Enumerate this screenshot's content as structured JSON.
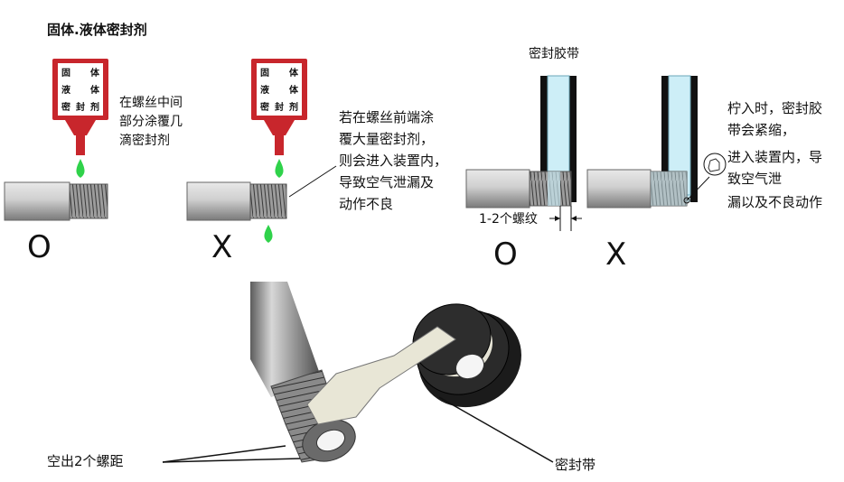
{
  "section1": {
    "title": "固体.液体密封剂",
    "bottle_label": [
      "固",
      "体",
      "液",
      "体",
      "密",
      "封",
      "剂"
    ],
    "good_note": [
      "在螺丝中间",
      "部分涂覆几",
      "滴密封剂"
    ],
    "bad_note": [
      "若在螺丝前端涂",
      "覆大量密封剂，",
      "则会进入装置内，",
      "导致空气泄漏及",
      "动作不良"
    ],
    "good_mark": "O",
    "bad_mark": "X"
  },
  "section2": {
    "title": "密封胶带",
    "gap_label": "1-2个螺纹",
    "bad_note": [
      "柠入时，密封胶",
      "带会紧缩，",
      "进入装置内，导",
      "致空气泄",
      "漏以及不良动作"
    ],
    "good_mark": "O",
    "bad_mark": "X"
  },
  "section3": {
    "left_label": "空出2个螺距",
    "right_label": "密封带"
  },
  "colors": {
    "bottle_red": "#c8262c",
    "drop_green": "#2fd24a",
    "tape_blue": "#cdeef7",
    "pipe_gray": "#c9c9c9"
  }
}
